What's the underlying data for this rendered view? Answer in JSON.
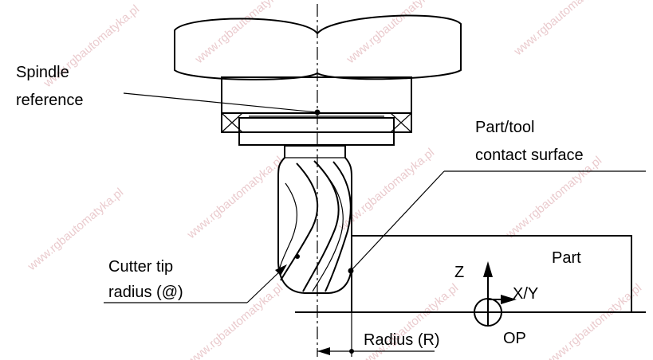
{
  "labels": {
    "spindle_reference_line1": "Spindle",
    "spindle_reference_line2": "reference",
    "contact_line1": "Part/tool",
    "contact_line2": "contact surface",
    "cutter_tip_line1": "Cutter tip",
    "cutter_tip_line2": "radius (@)",
    "part": "Part",
    "z_axis": "Z",
    "xy_axis": "X/Y",
    "origin_point": "OP",
    "radius": "Radius (R)"
  },
  "watermark": "www.rgbautomatyka.pl"
}
